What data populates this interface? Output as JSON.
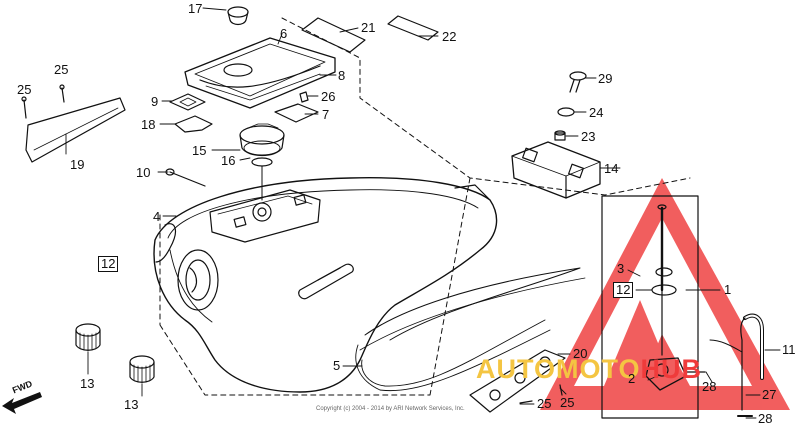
{
  "diagram": {
    "fwd_label": "FWD",
    "copyright": "Copyright (c) 2004 - 2014 by ARI Network Services, Inc.",
    "watermark": {
      "part_a": "AUTOMOTO",
      "part_b": "HUB",
      "color_a": "#f4c542",
      "color_b": "#ef3b3b"
    },
    "callouts": [
      {
        "id": "c17",
        "text": "17"
      },
      {
        "id": "c21",
        "text": "21"
      },
      {
        "id": "c6",
        "text": "6"
      },
      {
        "id": "c22",
        "text": "22"
      },
      {
        "id": "c8",
        "text": "8"
      },
      {
        "id": "c25a",
        "text": "25"
      },
      {
        "id": "c25b",
        "text": "25"
      },
      {
        "id": "c9",
        "text": "9"
      },
      {
        "id": "c26",
        "text": "26"
      },
      {
        "id": "c7",
        "text": "7"
      },
      {
        "id": "c18",
        "text": "18"
      },
      {
        "id": "c15",
        "text": "15"
      },
      {
        "id": "c16",
        "text": "16"
      },
      {
        "id": "c19",
        "text": "19"
      },
      {
        "id": "c10",
        "text": "10"
      },
      {
        "id": "c4",
        "text": "4"
      },
      {
        "id": "c29",
        "text": "29"
      },
      {
        "id": "c24",
        "text": "24"
      },
      {
        "id": "c23",
        "text": "23"
      },
      {
        "id": "c14",
        "text": "14"
      },
      {
        "id": "c12a",
        "text": "12"
      },
      {
        "id": "c3",
        "text": "3"
      },
      {
        "id": "c12b",
        "text": "12"
      },
      {
        "id": "c1",
        "text": "1"
      },
      {
        "id": "c11",
        "text": "11"
      },
      {
        "id": "c5",
        "text": "5"
      },
      {
        "id": "c20",
        "text": "20"
      },
      {
        "id": "c2",
        "text": "2"
      },
      {
        "id": "c28a",
        "text": "28"
      },
      {
        "id": "c27",
        "text": "27"
      },
      {
        "id": "c28b",
        "text": "28"
      },
      {
        "id": "c25c",
        "text": "25"
      },
      {
        "id": "c25d",
        "text": "25"
      },
      {
        "id": "c13a",
        "text": "13"
      },
      {
        "id": "c13b",
        "text": "13"
      }
    ]
  }
}
